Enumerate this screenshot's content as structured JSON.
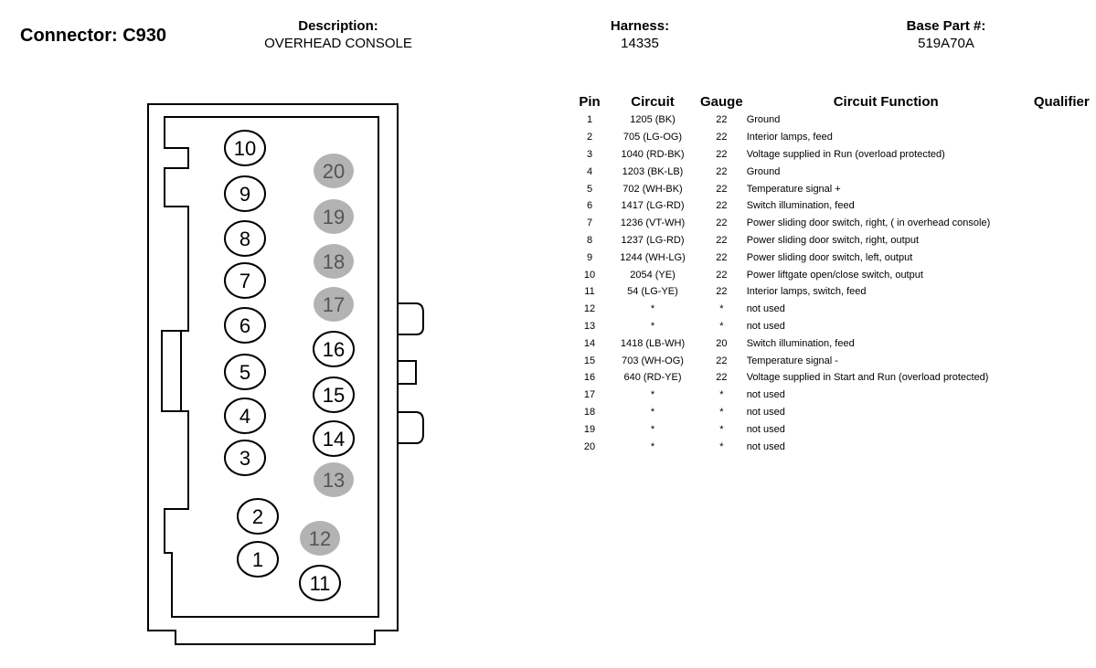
{
  "header": {
    "connector_label": "Connector: C930",
    "description_label": "Description:",
    "description_value": "OVERHEAD CONSOLE",
    "harness_label": "Harness:",
    "harness_value": "14335",
    "part_label": "Base Part #:",
    "part_value": "519A70A"
  },
  "table": {
    "headers": {
      "pin": "Pin",
      "circuit": "Circuit",
      "gauge": "Gauge",
      "function": "Circuit Function",
      "qualifier": "Qualifier"
    },
    "rows": [
      {
        "pin": "1",
        "circuit": "1205 (BK)",
        "gauge": "22",
        "function": "Ground",
        "qualifier": ""
      },
      {
        "pin": "2",
        "circuit": "705 (LG-OG)",
        "gauge": "22",
        "function": "Interior lamps, feed",
        "qualifier": ""
      },
      {
        "pin": "3",
        "circuit": "1040 (RD-BK)",
        "gauge": "22",
        "function": "Voltage supplied in Run (overload protected)",
        "qualifier": ""
      },
      {
        "pin": "4",
        "circuit": "1203 (BK-LB)",
        "gauge": "22",
        "function": "Ground",
        "qualifier": ""
      },
      {
        "pin": "5",
        "circuit": "702 (WH-BK)",
        "gauge": "22",
        "function": "Temperature signal +",
        "qualifier": ""
      },
      {
        "pin": "6",
        "circuit": "1417 (LG-RD)",
        "gauge": "22",
        "function": "Switch illumination, feed",
        "qualifier": ""
      },
      {
        "pin": "7",
        "circuit": "1236 (VT-WH)",
        "gauge": "22",
        "function": "Power sliding door switch, right, ( in overhead console)",
        "qualifier": ""
      },
      {
        "pin": "8",
        "circuit": "1237 (LG-RD)",
        "gauge": "22",
        "function": "Power sliding door switch, right, output",
        "qualifier": ""
      },
      {
        "pin": "9",
        "circuit": "1244 (WH-LG)",
        "gauge": "22",
        "function": "Power sliding door switch, left, output",
        "qualifier": ""
      },
      {
        "pin": "10",
        "circuit": "2054 (YE)",
        "gauge": "22",
        "function": "Power liftgate open/close switch, output",
        "qualifier": ""
      },
      {
        "pin": "11",
        "circuit": "54 (LG-YE)",
        "gauge": "22",
        "function": "Interior lamps, switch, feed",
        "qualifier": ""
      },
      {
        "pin": "12",
        "circuit": "*",
        "gauge": "*",
        "function": "not used",
        "qualifier": ""
      },
      {
        "pin": "13",
        "circuit": "*",
        "gauge": "*",
        "function": "not used",
        "qualifier": ""
      },
      {
        "pin": "14",
        "circuit": "1418 (LB-WH)",
        "gauge": "20",
        "function": "Switch illumination, feed",
        "qualifier": ""
      },
      {
        "pin": "15",
        "circuit": "703 (WH-OG)",
        "gauge": "22",
        "function": "Temperature signal -",
        "qualifier": ""
      },
      {
        "pin": "16",
        "circuit": "640 (RD-YE)",
        "gauge": "22",
        "function": "Voltage supplied in Start and Run (overload protected)",
        "qualifier": ""
      },
      {
        "pin": "17",
        "circuit": "*",
        "gauge": "*",
        "function": "not used",
        "qualifier": ""
      },
      {
        "pin": "18",
        "circuit": "*",
        "gauge": "*",
        "function": "not used",
        "qualifier": ""
      },
      {
        "pin": "19",
        "circuit": "*",
        "gauge": "*",
        "function": "not used",
        "qualifier": ""
      },
      {
        "pin": "20",
        "circuit": "*",
        "gauge": "*",
        "function": "not used",
        "qualifier": ""
      }
    ]
  },
  "diagram": {
    "pins": [
      {
        "label": "1",
        "used": true
      },
      {
        "label": "2",
        "used": true
      },
      {
        "label": "3",
        "used": true
      },
      {
        "label": "4",
        "used": true
      },
      {
        "label": "5",
        "used": true
      },
      {
        "label": "6",
        "used": true
      },
      {
        "label": "7",
        "used": true
      },
      {
        "label": "8",
        "used": true
      },
      {
        "label": "9",
        "used": true
      },
      {
        "label": "10",
        "used": true
      },
      {
        "label": "11",
        "used": true
      },
      {
        "label": "12",
        "used": false
      },
      {
        "label": "13",
        "used": false
      },
      {
        "label": "14",
        "used": true
      },
      {
        "label": "15",
        "used": true
      },
      {
        "label": "16",
        "used": true
      },
      {
        "label": "17",
        "used": false
      },
      {
        "label": "18",
        "used": false
      },
      {
        "label": "19",
        "used": false
      },
      {
        "label": "20",
        "used": false
      }
    ],
    "colors": {
      "unused_fill": "#b3b3b3",
      "unused_text": "#555555",
      "outline": "#000000"
    }
  }
}
